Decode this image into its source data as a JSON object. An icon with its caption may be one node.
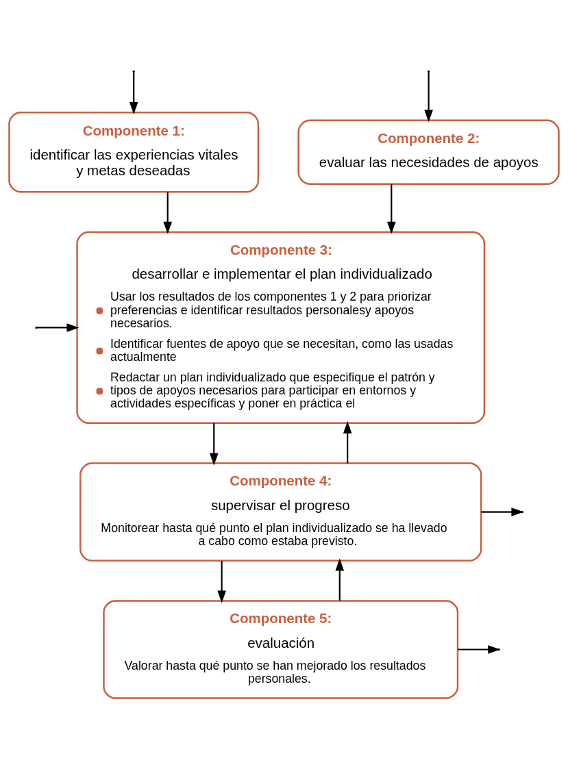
{
  "diagram": {
    "nodes": [
      {
        "text": [
          "Componente 1:",
          "identificar las experiencias vitales y metas deseadas"
        ]
      },
      {
        "text": [
          "Componente 2:",
          "evaluar las necesidades de apoyos"
        ]
      },
      {
        "text": [
          "Componente 3:",
          "desarrollar e implementar el plan individualizado",
          "Usar los resultados de los componentes 1 y 2 para priorizar preferencias e identificar resultados personalesy apoyos necesarios.",
          "Identificar fuentes de apoyo que se necesitan, como las usadas actualmente",
          "Redactar un plan individualizado que especifique el patrón y tipos de apoyos necesarios para participar en entornos y actividades específicas y poner en práctica el"
        ]
      },
      {
        "text": [
          "Componente 4:",
          "supervisar el progreso",
          "Monitorear hasta qué punto el plan individualizado se ha llevado a cabo como estaba previsto."
        ]
      },
      {
        "text": [
          "Componente 5:",
          "evaluación",
          "Valorar hasta qué punto se han mejorado los resultados personales."
        ]
      }
    ],
    "edges": [
      {
        "from": null,
        "to": 0,
        "arrow": "to"
      },
      {
        "from": null,
        "to": 1,
        "arrow": "to"
      },
      {
        "from": 0,
        "to": 2,
        "arrow": "to"
      },
      {
        "from": 1,
        "to": 2,
        "arrow": "to"
      },
      {
        "from": null,
        "to": 2,
        "arrow": "to"
      },
      {
        "from": 2,
        "to": 3,
        "arrow": "to"
      },
      {
        "from": 3,
        "to": 2,
        "arrow": "to"
      },
      {
        "from": 3,
        "to": null,
        "arrow": "to"
      },
      {
        "from": 3,
        "to": 4,
        "arrow": "to"
      },
      {
        "from": 4,
        "to": 3,
        "arrow": "to"
      },
      {
        "from": 4,
        "to": null,
        "arrow": "to"
      }
    ]
  }
}
